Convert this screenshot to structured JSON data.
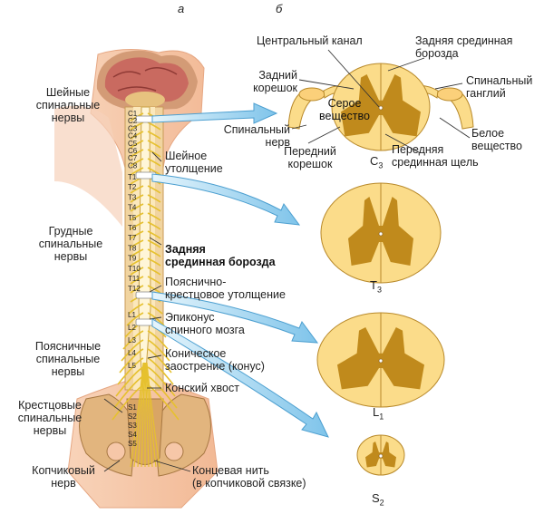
{
  "panel_labels": {
    "a": "а",
    "b": "б"
  },
  "left_labels": {
    "cervical_nerves": "Шейные\nспинальные\nнервы",
    "thoracic_nerves": "Грудные\nспинальные\nнервы",
    "lumbar_nerves": "Поясничные\nспинальные\nнервы",
    "sacral_nerves": "Крестцовые\nспинальные\nнервы",
    "coccygeal_nerve": "Копчиковый\nнерв"
  },
  "middle_labels": {
    "cervical_enlargement": "Шейное\nутолщение",
    "posterior_median_sulcus": "Задняя\nсрединная борозда",
    "lumbosacral_enlargement": "Пояснично-\nкрестцовое утолщение",
    "epiconus": "Эпиконус\nспинного мозга",
    "conus": "Коническое\nзаострение (конус)",
    "cauda_equina": "Конский хвост",
    "filum_terminale": "Концевая нить\n(в копчиковой связке)"
  },
  "cross_section_labels": {
    "central_canal": "Центральный канал",
    "posterior_median_sulcus": "Задняя срединная\nборозда",
    "posterior_root": "Задний\nкорешок",
    "spinal_ganglion": "Спинальный\nганглий",
    "gray_matter": "Серое\nвещество",
    "spinal_nerve": "Спинальный\nнерв",
    "white_matter": "Белое\nвещество",
    "anterior_root": "Передний\nкорешок",
    "anterior_median_fissure": "Передняя\nсрединная щель"
  },
  "segment_labels": {
    "c3": {
      "letter": "C",
      "num": "3"
    },
    "t3": {
      "letter": "T",
      "num": "3"
    },
    "l1": {
      "letter": "L",
      "num": "1"
    },
    "s2": {
      "letter": "S",
      "num": "2"
    }
  },
  "vertebra_labels": {
    "cervical": [
      "C1",
      "C2",
      "C3",
      "C4",
      "C5",
      "C6",
      "C7",
      "C8"
    ],
    "thoracic": [
      "T1",
      "T2",
      "T3",
      "T4",
      "T5",
      "T6",
      "T7",
      "T8",
      "T9",
      "T10",
      "T11",
      "T12"
    ],
    "lumbar": [
      "L1",
      "L2",
      "L3",
      "L4",
      "L5"
    ],
    "sacral": [
      "S1",
      "S2",
      "S3",
      "S4",
      "S5"
    ]
  },
  "colors": {
    "white_matter": "#fbdc8a",
    "gray_matter": "#c08a1c",
    "bone": "#e2b57e",
    "skin": "#f6c7a8",
    "arrow": "#9fd3ee",
    "nerve": "#e6c12f",
    "brain": "#c0605a"
  }
}
